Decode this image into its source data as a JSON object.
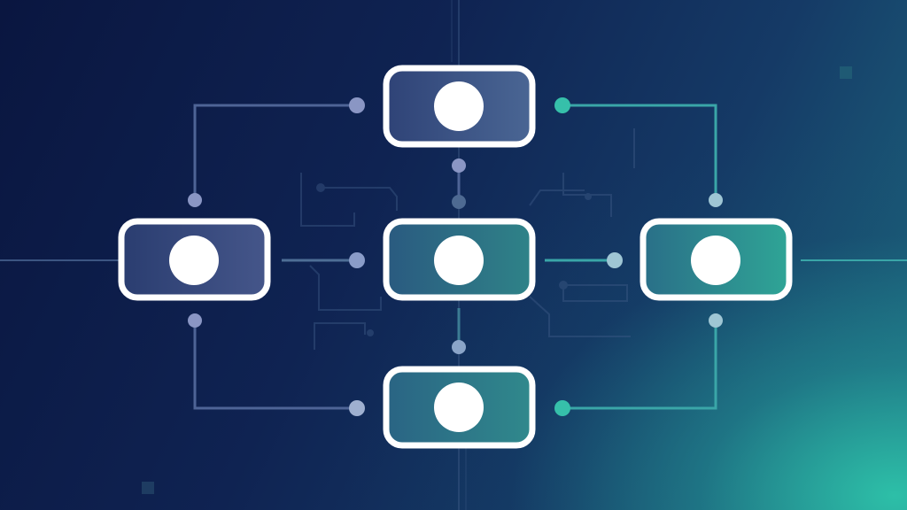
{
  "diagram": {
    "kind": "hub-and-spoke flow diagram",
    "background": {
      "dark": "#0a1640",
      "mid": "#153a66",
      "accent": "#2ec4aa"
    },
    "nodes": [
      {
        "id": "top",
        "fill": "#3a5283"
      },
      {
        "id": "left",
        "fill": "#33497c"
      },
      {
        "id": "center",
        "fill": "#2d6e86"
      },
      {
        "id": "right",
        "fill": "#2c8a8c"
      },
      {
        "id": "bottom",
        "fill": "#2c7588"
      }
    ],
    "node_style": {
      "border": "#ffffff",
      "dot": "#ffffff"
    },
    "connector_colors": {
      "navy": "#4e6496",
      "teal": "#3aa6a8",
      "dot_navy": "#8a96c4",
      "dot_teal": "#36c0aa",
      "dot_light": "#9fc6d4"
    },
    "edges": [
      {
        "from": "left",
        "to": "top"
      },
      {
        "from": "top",
        "to": "right"
      },
      {
        "from": "left",
        "to": "bottom"
      },
      {
        "from": "bottom",
        "to": "right"
      },
      {
        "from": "top",
        "to": "center"
      },
      {
        "from": "center",
        "to": "bottom"
      },
      {
        "from": "left",
        "to": "center"
      },
      {
        "from": "center",
        "to": "right"
      }
    ]
  }
}
